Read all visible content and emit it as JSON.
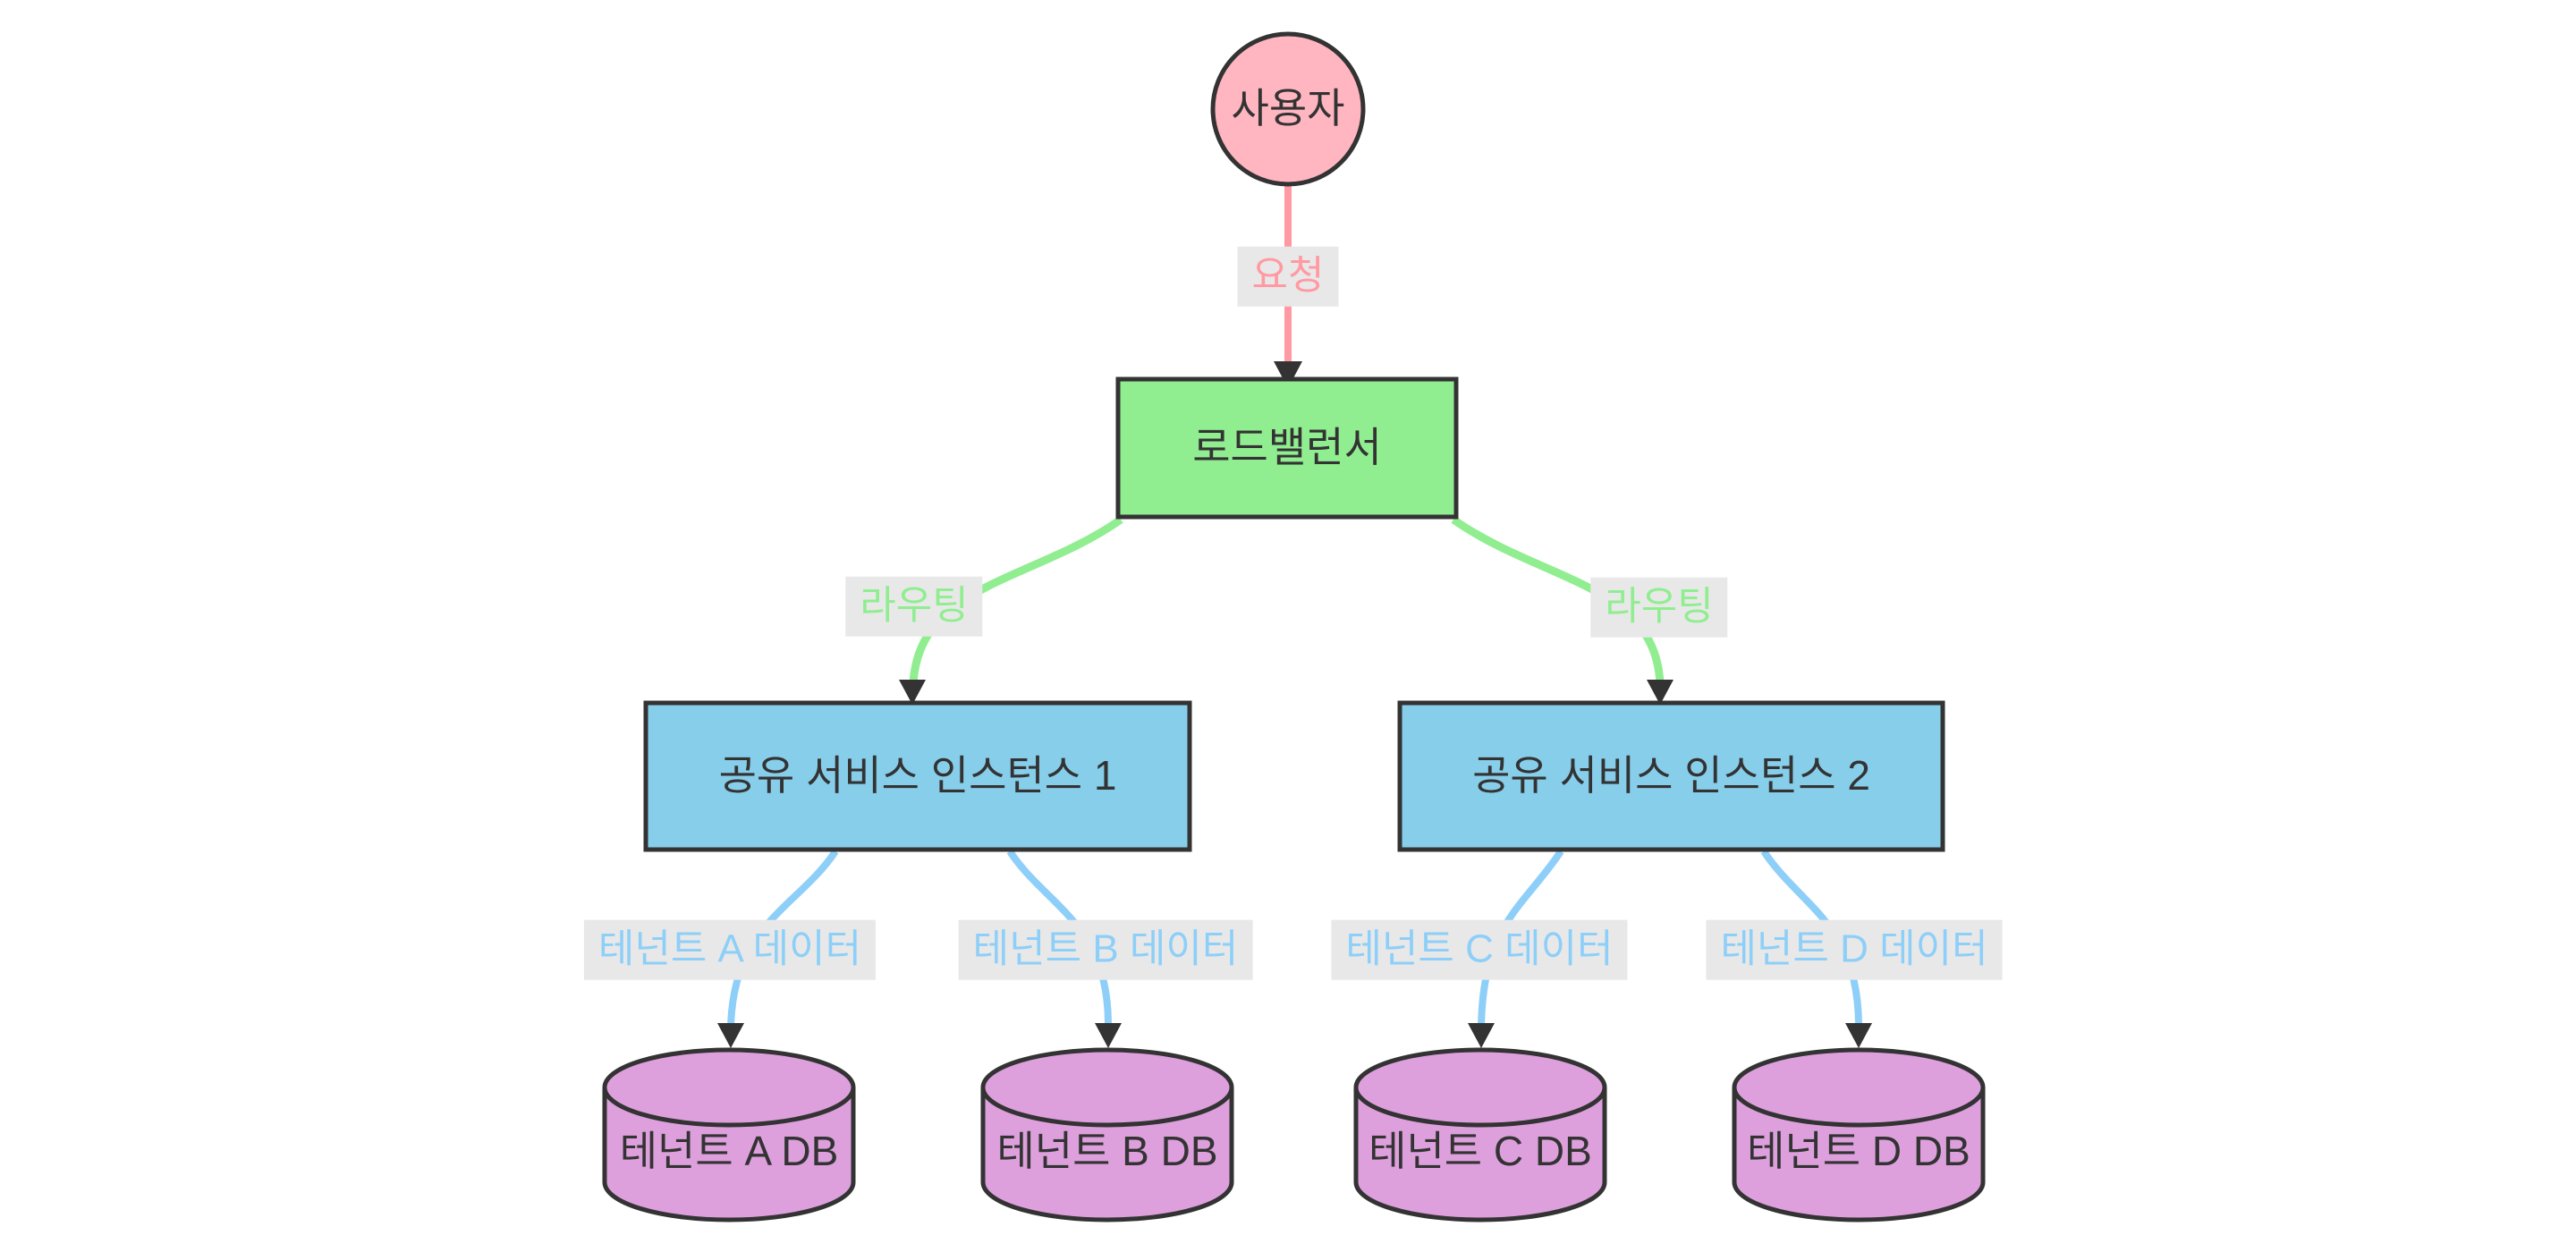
{
  "diagram": {
    "type": "flowchart",
    "direction": "top-down",
    "palette": {
      "background": "#ffffff",
      "node_border": "#333333",
      "node_text": "#333333",
      "arrowhead": "#333333",
      "edge_label_bg": "#e8e8e8",
      "user_fill": "#ffb6c1",
      "load_balancer_fill": "#90ee90",
      "instance_fill": "#87ceeb",
      "db_fill": "#dda0dd",
      "edge_pink": "#ff9aa2",
      "edge_green": "#90ee90",
      "edge_blue": "#8dcff8"
    },
    "nodes": [
      {
        "id": "user",
        "label": "사용자",
        "shape": "circle",
        "fill": "#ffb6c1"
      },
      {
        "id": "lb",
        "label": "로드밸런서",
        "shape": "rect",
        "fill": "#90ee90"
      },
      {
        "id": "inst1",
        "label": "공유 서비스 인스턴스 1",
        "shape": "rect",
        "fill": "#87ceeb"
      },
      {
        "id": "inst2",
        "label": "공유 서비스 인스턴스 2",
        "shape": "rect",
        "fill": "#87ceeb"
      },
      {
        "id": "dbA",
        "label": "테넌트 A DB",
        "shape": "cylinder",
        "fill": "#dda0dd"
      },
      {
        "id": "dbB",
        "label": "테넌트 B DB",
        "shape": "cylinder",
        "fill": "#dda0dd"
      },
      {
        "id": "dbC",
        "label": "테넌트 C DB",
        "shape": "cylinder",
        "fill": "#dda0dd"
      },
      {
        "id": "dbD",
        "label": "테넌트 D DB",
        "shape": "cylinder",
        "fill": "#dda0dd"
      }
    ],
    "edges": [
      {
        "from": "user",
        "to": "lb",
        "label": "요청",
        "color": "#ff9aa2"
      },
      {
        "from": "lb",
        "to": "inst1",
        "label": "라우팅",
        "color": "#90ee90"
      },
      {
        "from": "lb",
        "to": "inst2",
        "label": "라우팅",
        "color": "#90ee90"
      },
      {
        "from": "inst1",
        "to": "dbA",
        "label": "테넌트 A 데이터",
        "color": "#8dcff8"
      },
      {
        "from": "inst1",
        "to": "dbB",
        "label": "테넌트 B 데이터",
        "color": "#8dcff8"
      },
      {
        "from": "inst2",
        "to": "dbC",
        "label": "테넌트 C 데이터",
        "color": "#8dcff8"
      },
      {
        "from": "inst2",
        "to": "dbD",
        "label": "테넌트 D 데이터",
        "color": "#8dcff8"
      }
    ]
  }
}
